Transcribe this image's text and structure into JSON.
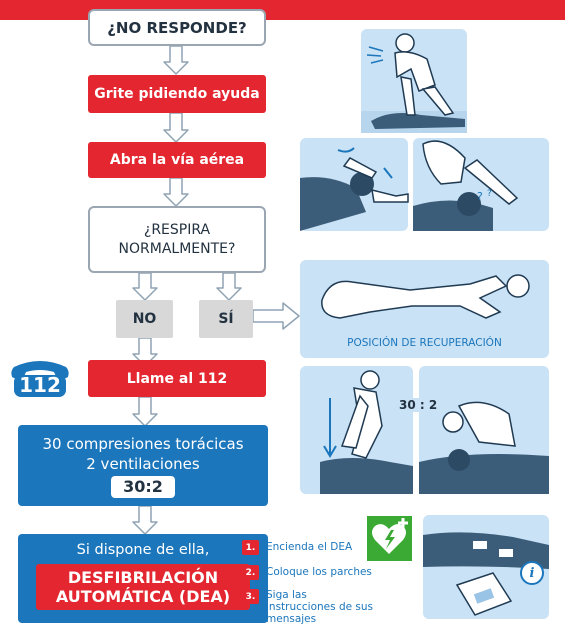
{
  "flow": {
    "no_responde": "¿NO RESPONDE?",
    "grite": "Grite pidiendo ayuda",
    "abra": "Abra la vía aérea",
    "respira_line1": "¿RESPIRA",
    "respira_line2": "NORMALMENTE?",
    "no": "NO",
    "si": "SÍ",
    "llame": "Llame al 112",
    "compresiones_line1": "30 compresiones torácicas",
    "compresiones_line2": "2 ventilaciones",
    "ratio": "30:2",
    "dispone": "Si dispone de ella,",
    "dea_line1": "DESFIBRILACIÓN",
    "dea_line2": "AUTOMÁTICA (DEA)"
  },
  "phone_badge": "112",
  "recovery_label": "POSICIÓN DE RECUPERACIÓN",
  "cpr_ratio_label": "30 : 2",
  "dea_steps": [
    {
      "num": "1.",
      "text": "Encienda el DEA"
    },
    {
      "num": "2.",
      "text": "Coloque los parches"
    },
    {
      "num": "3.",
      "text": "Siga las instrucciones de sus mensajes"
    }
  ],
  "info_icon_text": "i",
  "colors": {
    "red": "#e3262f",
    "blue": "#1b76bc",
    "light_blue": "#c9e2f5",
    "green": "#3aaa35",
    "grey": "#d8d8d8"
  }
}
